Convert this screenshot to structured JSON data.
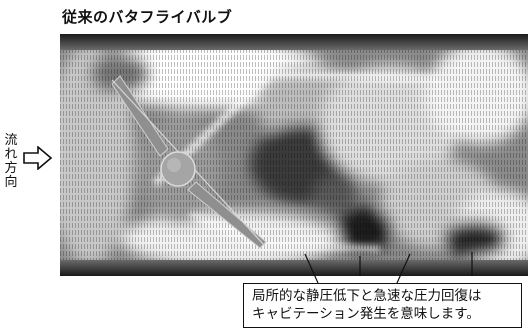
{
  "title": "従来のバタフライバルブ",
  "flow_label": [
    "流",
    "れ",
    "方",
    "向"
  ],
  "callout": {
    "line1": "局所的な静圧低下と急速な圧力回復は",
    "line2": "キャビテーション発生を意味します。"
  },
  "icons": {
    "flow_arrow": "outlined-right-arrow-icon",
    "valve": "butterfly-valve-disc"
  },
  "colors": {
    "pipe_wall": "#2b2b2b",
    "flow_dark": "#333333",
    "flow_mid": "#8a8a8a",
    "flow_light": "#e6e6e6",
    "valve": "#9a9a9a"
  }
}
